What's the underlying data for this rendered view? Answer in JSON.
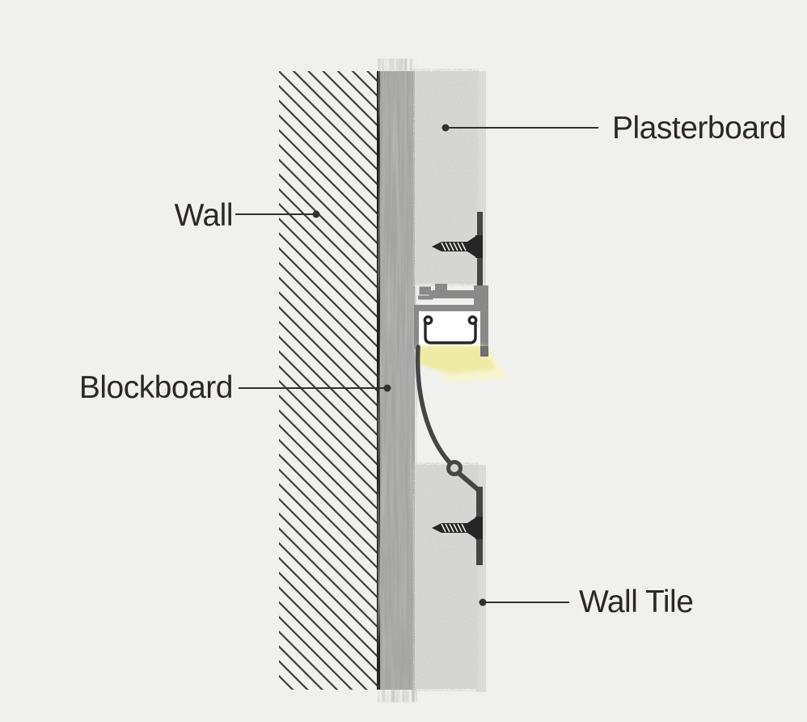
{
  "diagram": {
    "title": "wall-led-profile-cross-section",
    "labels": {
      "wall": "Wall",
      "plasterboard": "Plasterboard",
      "blockboard": "Blockboard",
      "wall_tile": "Wall Tile"
    },
    "colors": {
      "background": "#f0f0ef",
      "hatch_line": "#3d3d3b",
      "wall_face_line": "#1f1f1f",
      "blockboard_base": "#a4a4a3",
      "panel_base": "#d8d8d7",
      "panel_edge": "#dbdbda",
      "profile_gray": "#898989",
      "profile_tab_dark": "#6f6f6f",
      "flange_dark": "#464646",
      "screw_dark": "#262626",
      "screw_thread": "#e8e8e6",
      "glow_bright": "#efeaa4",
      "glow_pale": "#f7f4d0",
      "label_text": "#2b2827",
      "leader_line": "#33302f"
    }
  }
}
